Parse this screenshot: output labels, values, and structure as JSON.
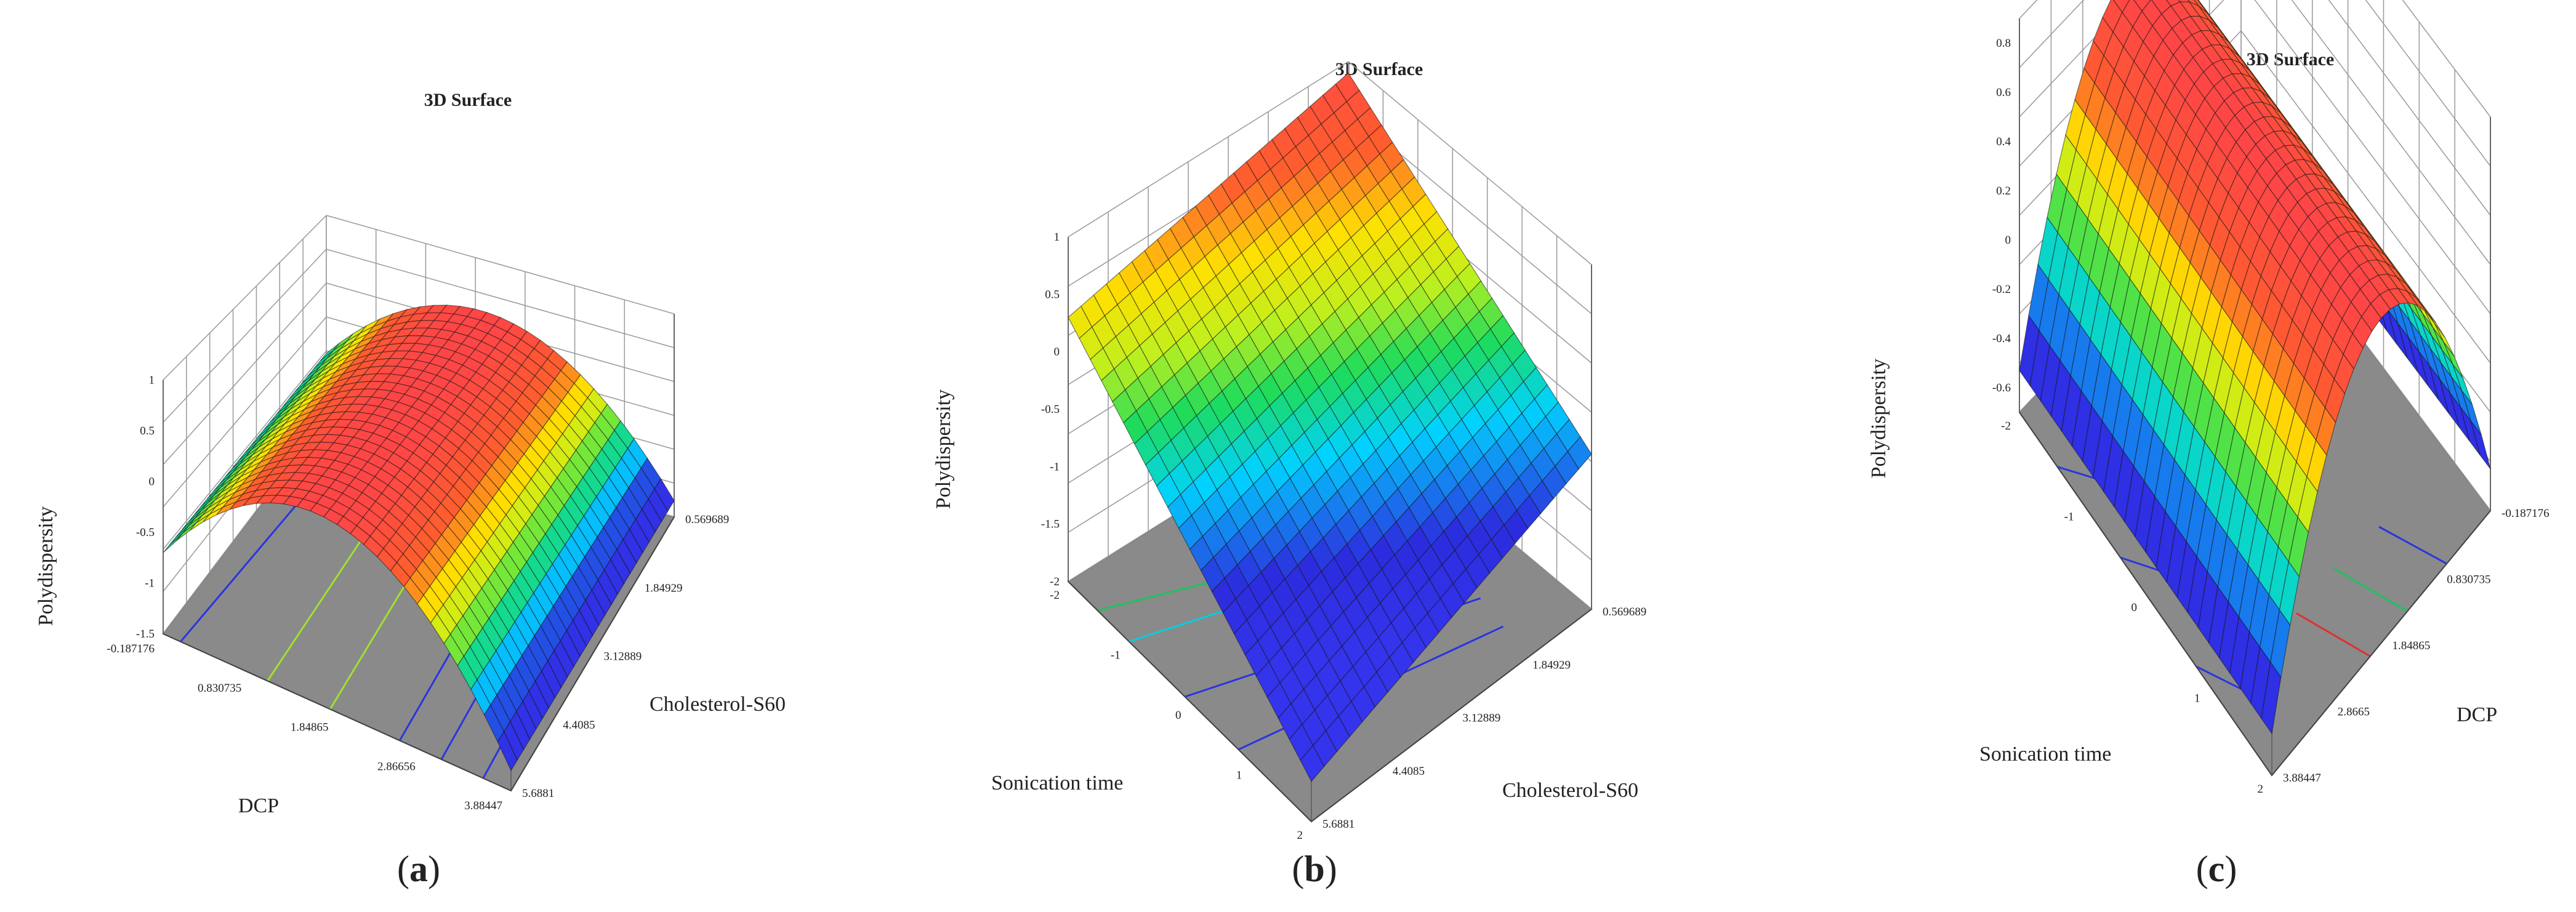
{
  "chart_data": [
    {
      "type": "surface3d",
      "panel_label": "a",
      "title": "3D Surface",
      "xlabel": "DCP",
      "ylabel": "Cholesterol-S60",
      "zlabel": "Polydispersity",
      "x_ticks": [
        "-0.187176",
        "0.830735",
        "1.84865",
        "2.86656",
        "3.88447"
      ],
      "y_ticks": [
        "0.569689",
        "1.84929",
        "3.12889",
        "4.4085",
        "5.6881"
      ],
      "z_ticks": [
        "-1.5",
        "-1",
        "-0.5",
        "0",
        "0.5",
        "1"
      ],
      "zlim": [
        -1.5,
        1
      ],
      "surface_model": {
        "form": "a + b*u + c*u^2",
        "a": 0.35,
        "b": -0.3,
        "c": -1.35,
        "u_range": [
          -1,
          1
        ]
      },
      "grid_lines": true
    },
    {
      "type": "surface3d",
      "panel_label": "b",
      "title": "3D Surface",
      "xlabel": "Sonication time",
      "ylabel": "Cholesterol-S60",
      "zlabel": "Polydispersity",
      "x_ticks": [
        "-2",
        "-1",
        "0",
        "1",
        "2"
      ],
      "y_ticks": [
        "0.569689",
        "1.84929",
        "3.12889",
        "4.4085",
        "5.6881"
      ],
      "z_ticks": [
        "-2",
        "-1.5",
        "-1",
        "-0.5",
        "0",
        "0.5",
        "1"
      ],
      "zlim": [
        -2,
        1
      ],
      "surface_corners": {
        "back": 0.9,
        "left": 0.3,
        "right": -0.65,
        "front": -1.65
      },
      "grid_lines": true
    },
    {
      "type": "surface3d",
      "panel_label": "c",
      "title": "3D Surface",
      "xlabel": "Sonication time",
      "ylabel": "DCP",
      "zlabel": "Polydispersity",
      "x_ticks": [
        "-2",
        "-1",
        "0",
        "1",
        "2"
      ],
      "y_ticks": [
        "-0.187176",
        "0.830735",
        "1.84865",
        "2.8665",
        "3.88447"
      ],
      "z_ticks": [
        "-0.6",
        "-0.4",
        "-0.2",
        "0",
        "0.2",
        "0.4",
        "0.6",
        "0.8"
      ],
      "zlim": [
        -0.7,
        0.9
      ],
      "surface_model": {
        "form": "a + b*v + c*v^2",
        "a": 0.62,
        "b": 0.0,
        "c": -1.15,
        "v_range": [
          -1,
          1
        ]
      },
      "grid_lines": true
    }
  ]
}
